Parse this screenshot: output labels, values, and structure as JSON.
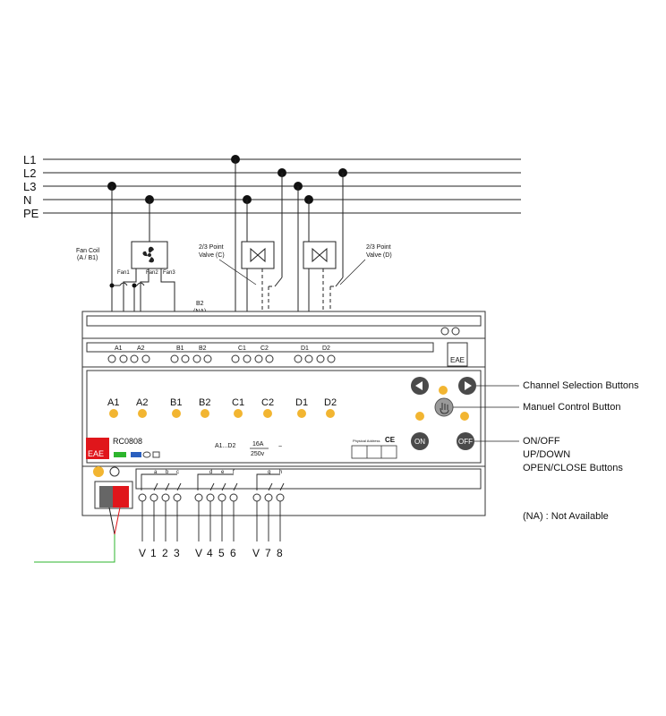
{
  "bus_lines": [
    "L1",
    "L2",
    "L3",
    "N",
    "PE"
  ],
  "fan_coil": {
    "title": "Fan Coil",
    "subtitle": "(A / B1)",
    "taps": [
      "Fan1",
      "Fan2",
      "Fan3"
    ]
  },
  "valve_c": {
    "line1": "2/3 Point",
    "line2": "Valve (C)"
  },
  "valve_d": {
    "line1": "2/3 Point",
    "line2": "Valve (D)"
  },
  "b2_note": {
    "line1": "B2",
    "line2": "(NA)"
  },
  "top_terminal_labels": [
    "A1",
    "A2",
    "B1",
    "B2",
    "C1",
    "C2",
    "D1",
    "D2"
  ],
  "brand": "EAE",
  "model": "RC0808",
  "channel_labels": [
    "A1",
    "A2",
    "B1",
    "B2",
    "C1",
    "C2",
    "D1",
    "D2"
  ],
  "rating": {
    "range": "A1...D2",
    "current": "16A",
    "voltage": "250v"
  },
  "physical_address": "Physical Address",
  "ce_mark": "CE",
  "buttons": {
    "on": "ON",
    "off": "OFF"
  },
  "bottom_terminal_letters": [
    "a",
    "b",
    "c",
    "d",
    "e",
    "f",
    "g",
    "h"
  ],
  "bottom_terminal_labels": [
    "V",
    "1",
    "2",
    "3",
    "V",
    "4",
    "5",
    "6",
    "V",
    "7",
    "8"
  ],
  "callouts": {
    "channel_selection": "Channel Selection Buttons",
    "manual_control": "Manuel Control Button",
    "on_off_1": "ON/OFF",
    "on_off_2": "UP/DOWN",
    "on_off_3": "OPEN/CLOSE  Buttons",
    "na": "(NA) : Not  Available"
  },
  "colors": {
    "led": "#f2b531",
    "brand_red": "#e0161b",
    "ground": "#2db52d",
    "button": "#4a4a4a"
  }
}
